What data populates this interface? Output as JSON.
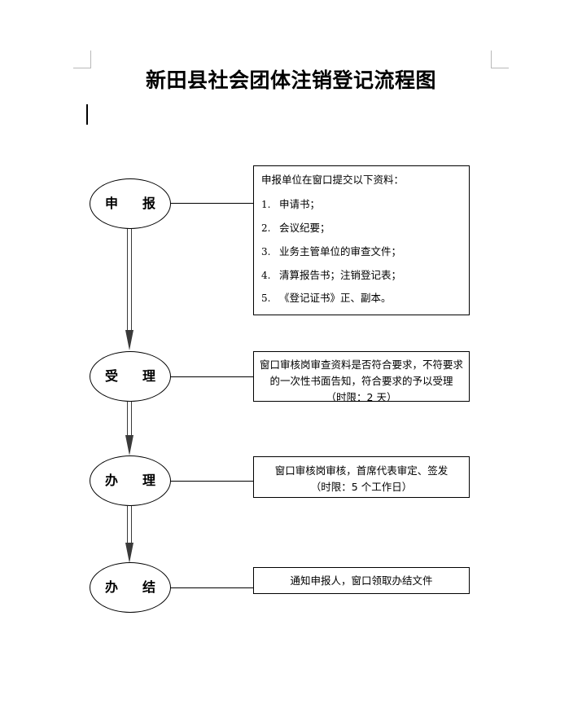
{
  "document": {
    "title": "新田县社会团体注销登记流程图",
    "caret_visible": true
  },
  "flowchart": {
    "type": "process-flow",
    "orientation": "vertical",
    "nodes": [
      {
        "id": "node-1",
        "label": "申　报"
      },
      {
        "id": "node-2",
        "label": "受　理"
      },
      {
        "id": "node-3",
        "label": "办　理"
      },
      {
        "id": "node-4",
        "label": "办　结"
      }
    ],
    "boxes": [
      {
        "id": "box-1",
        "head": "申报单位在窗口提交以下资料：",
        "items": [
          {
            "num": "1.",
            "text": "申请书；"
          },
          {
            "num": "2.",
            "text": "会议纪要；"
          },
          {
            "num": "3.",
            "text": "业务主管单位的审查文件；"
          },
          {
            "num": "4.",
            "text": "清算报告书；注销登记表；"
          },
          {
            "num": "5.",
            "text": "《登记证书》正、副本。"
          }
        ]
      },
      {
        "id": "box-2",
        "lines": [
          "窗口审核岗审查资料是否符合要求，不符要求",
          "的一次性书面告知，符合要求的予以受理",
          "（时限：2 天）"
        ]
      },
      {
        "id": "box-3",
        "lines": [
          "窗口审核岗审核，首席代表审定、签发",
          "（时限：5 个工作日）"
        ]
      },
      {
        "id": "box-4",
        "lines": [
          "通知申报人，窗口领取办结文件"
        ]
      }
    ]
  },
  "colors": {
    "ink": "#000000",
    "rule": "#3a3a3a",
    "crop_mark": "#b9b9b9",
    "page": "#ffffff"
  }
}
